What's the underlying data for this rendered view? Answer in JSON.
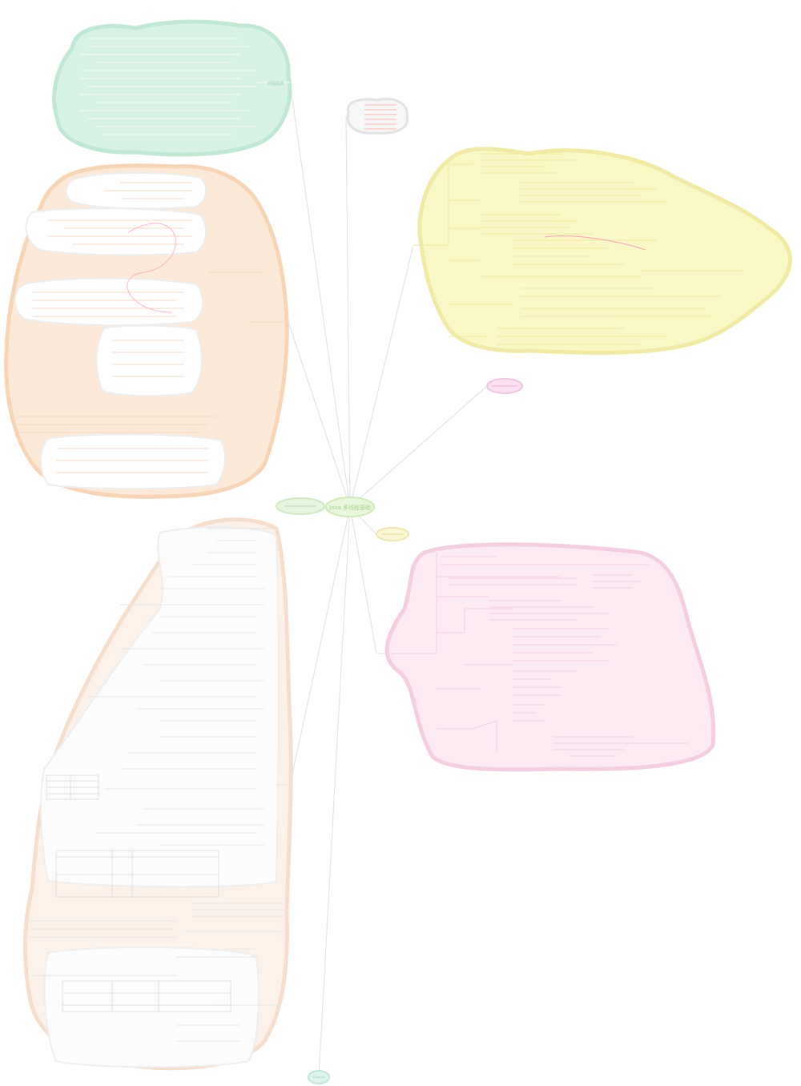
{
  "diagram": {
    "type": "mind-map",
    "center": {
      "label": "Java 多线程基础"
    },
    "branches": [
      {
        "id": "b-top-left",
        "label": "线程基础",
        "color": "#d6f3e6",
        "stroke": "#b7e6cf"
      },
      {
        "id": "b-top-center",
        "label": "",
        "color": "#f4f4f4",
        "stroke": "#dddddd"
      },
      {
        "id": "b-right-yellow",
        "label": "",
        "color": "#fbf8c8",
        "stroke": "#efe9a3"
      },
      {
        "id": "b-left-orange",
        "label": "",
        "color": "#fde9d7",
        "stroke": "#f7d3b4"
      },
      {
        "id": "b-center-left",
        "label": "",
        "color": "#e7f6df",
        "stroke": "#cfe9c2"
      },
      {
        "id": "b-right-pink-small",
        "label": "",
        "color": "#fbe1f2",
        "stroke": "#f1c3e2"
      },
      {
        "id": "b-right-yellow-small",
        "label": "",
        "color": "#fbf9d5",
        "stroke": "#eee7a9"
      },
      {
        "id": "b-right-pink",
        "label": "",
        "color": "#fdeaf3",
        "stroke": "#f4cde0"
      },
      {
        "id": "b-left-bottom",
        "label": "",
        "color": "#fdf2ea",
        "stroke": "#f6ddcc"
      },
      {
        "id": "b-bottom",
        "label": "",
        "color": "#dff3ee",
        "stroke": "#bfe5dc"
      }
    ]
  }
}
